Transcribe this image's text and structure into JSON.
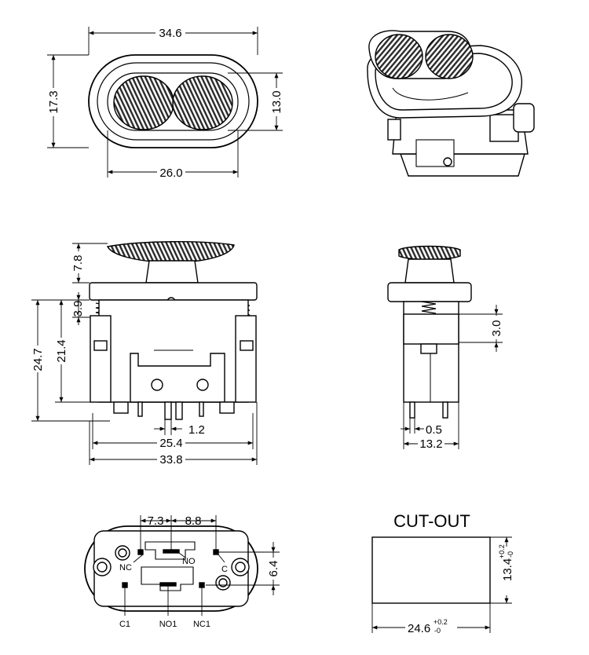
{
  "top_view": {
    "width_overall": "34.6",
    "height_overall": "17.3",
    "height_inner": "13.0",
    "width_inner": "26.0"
  },
  "front_view": {
    "dim_top": "7.8",
    "dim_flange": "3.9",
    "dim_height_total": "24.7",
    "dim_height_body": "21.4",
    "dim_pin": "1.2",
    "dim_width_body": "25.4",
    "dim_width_total": "33.8"
  },
  "side_view": {
    "dim_spring": "3.0",
    "dim_pin_thickness": "0.5",
    "dim_width": "13.2"
  },
  "bottom_view": {
    "dim_left_pitch": "7.3",
    "dim_right_pitch": "8.8",
    "dim_vertical": "6.4",
    "terminal_labels": {
      "nc": "NC",
      "no": "NO",
      "c": "C",
      "c1": "C1",
      "no1": "NO1",
      "nc1": "NC1"
    }
  },
  "cutout": {
    "title": "CUT-OUT",
    "height_value": "13.4",
    "height_tol_plus": "+0.2",
    "height_tol_minus": "-0",
    "width_value": "24.6",
    "width_tol_plus": "+0.2",
    "width_tol_minus": "-0"
  }
}
